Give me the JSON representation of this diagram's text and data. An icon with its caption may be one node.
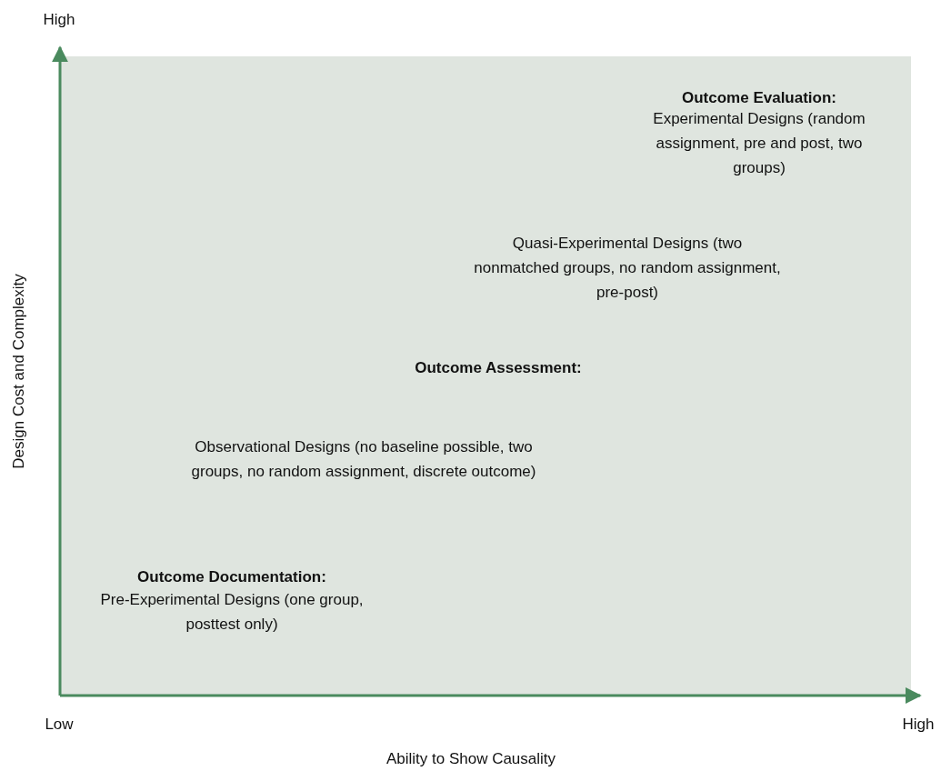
{
  "diagram": {
    "labels": [
      "High",
      "**Outcome Evaluation:**",
      "Experimental Designs (random assignment, pre and post, two groups)",
      "Design Cost and Complexity",
      "Quasi-Experimental Designs (two nonmatched groups, no random assignment, pre-post)",
      "**Outcome Assessment:**",
      "Observational Designs (no baseline possible, two groups, no random assignment, discrete outcome)",
      "**Outcome Documentation:**",
      "Pre-Experimental Designs (one group, posttest only)",
      "Low",
      "High",
      "Ability to Show Causality"
    ]
  }
}
